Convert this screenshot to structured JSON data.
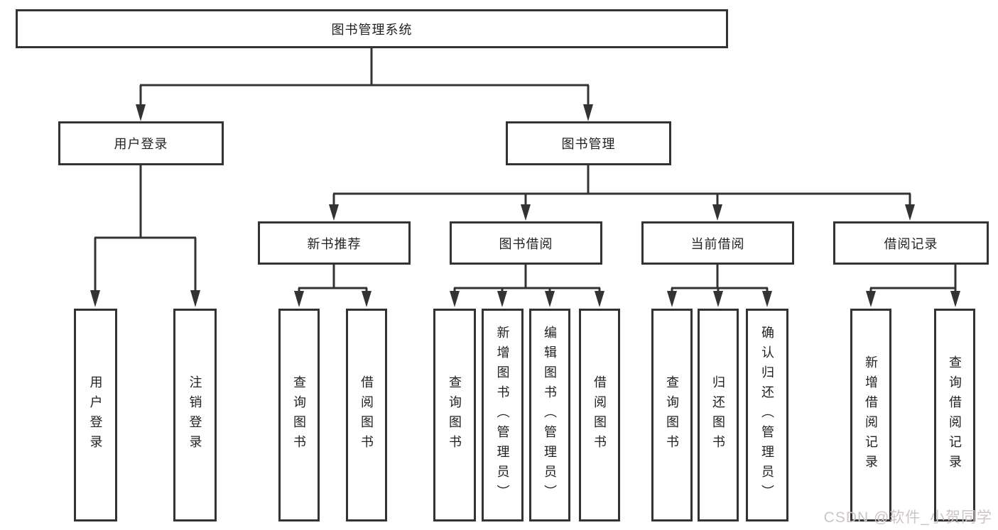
{
  "tree": {
    "label": "图书管理系统",
    "children": [
      {
        "label": "用户登录",
        "children": [
          {
            "label": "用户登录"
          },
          {
            "label": "注销登录"
          }
        ]
      },
      {
        "label": "图书管理",
        "children": [
          {
            "label": "新书推荐",
            "children": [
              {
                "label": "查询图书"
              },
              {
                "label": "借阅图书"
              }
            ]
          },
          {
            "label": "图书借阅",
            "children": [
              {
                "label": "查询图书"
              },
              {
                "label": "新增图书（管理员）"
              },
              {
                "label": "编辑图书（管理员）"
              },
              {
                "label": "借阅图书"
              }
            ]
          },
          {
            "label": "当前借阅",
            "children": [
              {
                "label": "查询图书"
              },
              {
                "label": "归还图书"
              },
              {
                "label": "确认归还（管理员）"
              }
            ]
          },
          {
            "label": "借阅记录",
            "children": [
              {
                "label": "新增借阅记录"
              },
              {
                "label": "查询借阅记录"
              }
            ]
          }
        ]
      }
    ]
  },
  "watermark": {
    "text": "CSDN @软件_小贺同学"
  },
  "colors": {
    "line": "#333333",
    "box_border": "#333333",
    "text": "#222222",
    "background": "#ffffff",
    "watermark": "#ccc5c5"
  }
}
